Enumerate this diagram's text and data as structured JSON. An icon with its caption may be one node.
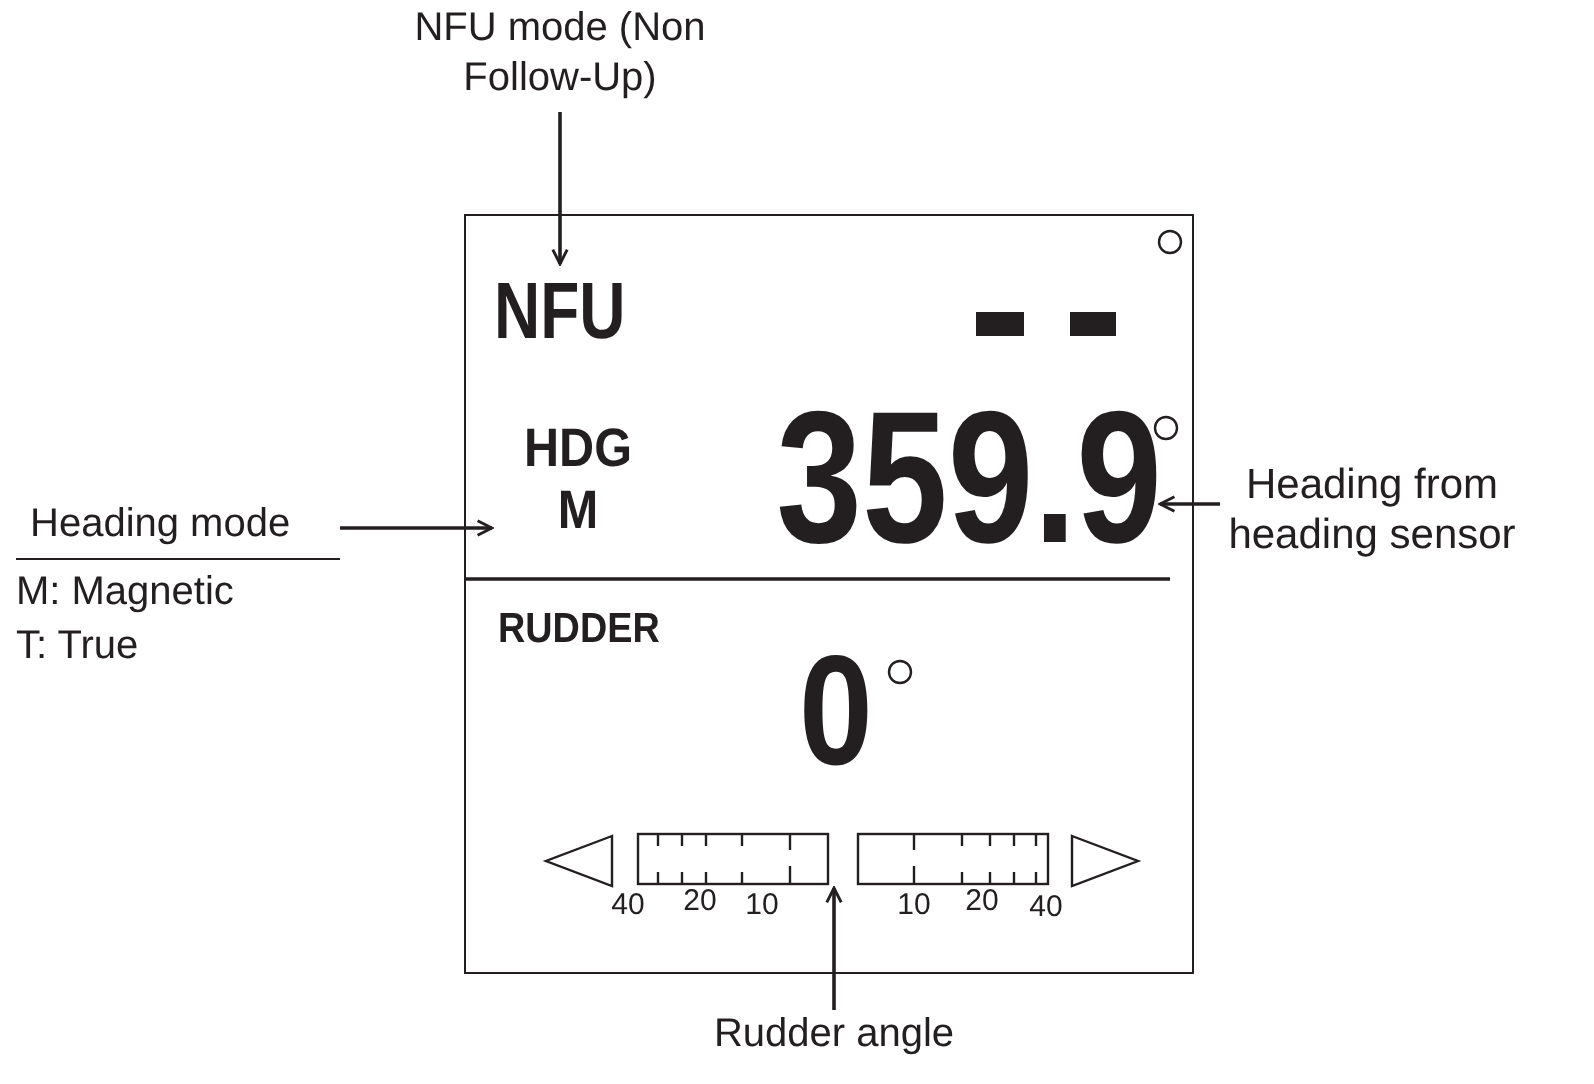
{
  "diagram": {
    "nodes": [
      {
        "text": [],
        "shape": "box"
      },
      {
        "text": [
          "NFU"
        ],
        "in": 0
      },
      {
        "text": [
          "HDG M"
        ],
        "in": 0
      },
      {
        "text": [
          "359.9"
        ],
        "in": 0
      },
      {
        "text": [
          "RUDDER"
        ],
        "in": 0
      },
      {
        "text": [
          "0"
        ],
        "in": 0
      },
      {
        "text": [],
        "shape": "bar",
        "in": 0,
        "beside": [
          "40",
          "20",
          "10",
          "10",
          "20",
          "40"
        ]
      },
      {
        "text": [
          "NFU mode (Non Follow-Up)"
        ]
      },
      {
        "text": [
          "Heading mode",
          "M: Magnetic",
          "T: True"
        ]
      },
      {
        "text": [
          "Heading from heading sensor"
        ]
      },
      {
        "text": [
          "Rudder angle"
        ]
      }
    ],
    "edges": [
      {
        "from": 7,
        "to": 1,
        "arrow": "to"
      },
      {
        "from": 8,
        "to": 2,
        "arrow": "to"
      },
      {
        "from": 9,
        "to": 3,
        "arrow": "to"
      },
      {
        "from": 10,
        "to": 6,
        "arrow": "to"
      }
    ]
  }
}
